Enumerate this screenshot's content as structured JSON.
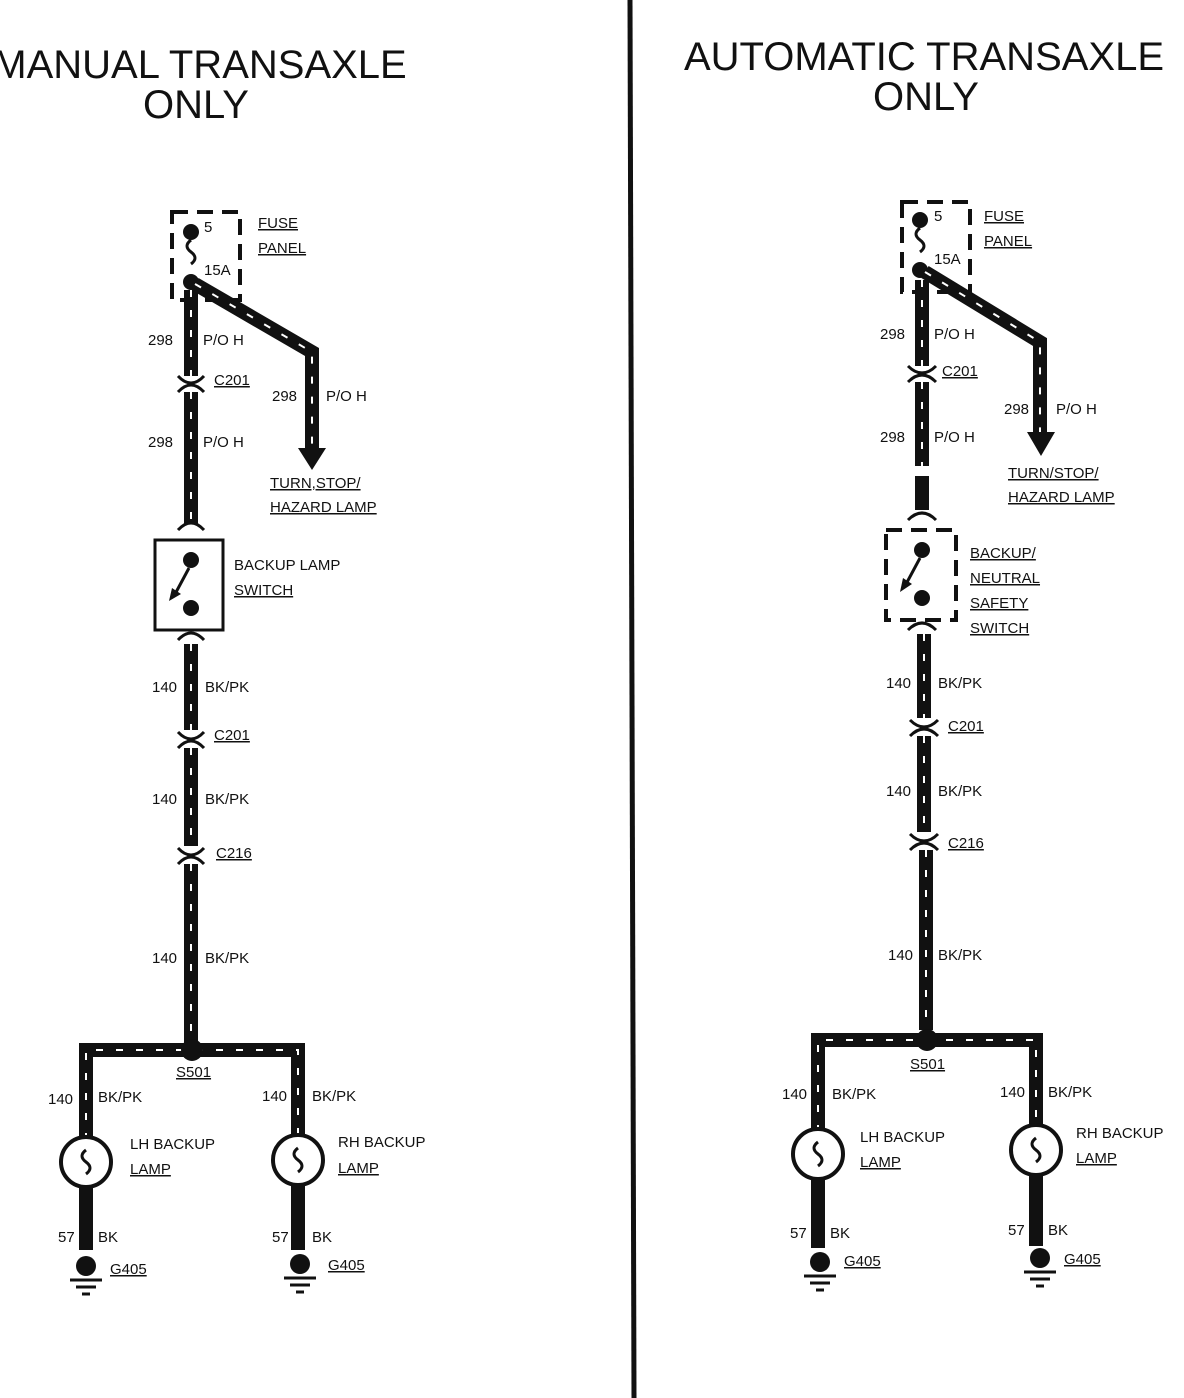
{
  "divider_color": "#111111",
  "left": {
    "title_line1": "MANUAL TRANSAXLE",
    "title_line2": "ONLY",
    "fuse_number": "5",
    "fuse_rating": "15A",
    "fuse_panel_line1": "FUSE",
    "fuse_panel_line2": "PANEL",
    "circuit_298": "298",
    "color_po_h": "P/O H",
    "c201": "C201",
    "c216": "C216",
    "turn_line1": "TURN,STOP/",
    "turn_line2": "HAZARD LAMP",
    "switch_line1": "BACKUP LAMP",
    "switch_line2": "SWITCH",
    "circuit_140": "140",
    "color_bkpk": "BK/PK",
    "splice": "S501",
    "lh_line1": "LH BACKUP",
    "lh_line2": "LAMP",
    "rh_line1": "RH BACKUP",
    "rh_line2": "LAMP",
    "circuit_57": "57",
    "color_bk": "BK",
    "ground": "G405"
  },
  "right": {
    "title_line1": "AUTOMATIC TRANSAXLE",
    "title_line2": "ONLY",
    "fuse_number": "5",
    "fuse_rating": "15A",
    "fuse_panel_line1": "FUSE",
    "fuse_panel_line2": "PANEL",
    "circuit_298": "298",
    "color_po_h": "P/O H",
    "c201": "C201",
    "c216": "C216",
    "turn_line1": "TURN/STOP/",
    "turn_line2": "HAZARD LAMP",
    "switch_line1": "BACKUP/",
    "switch_line2": "NEUTRAL",
    "switch_line3": "SAFETY",
    "switch_line4": "SWITCH",
    "circuit_140": "140",
    "color_bkpk": "BK/PK",
    "splice": "S501",
    "lh_line1": "LH BACKUP",
    "lh_line2": "LAMP",
    "rh_line1": "RH BACKUP",
    "rh_line2": "LAMP",
    "circuit_57": "57",
    "color_bk": "BK",
    "ground": "G405"
  }
}
